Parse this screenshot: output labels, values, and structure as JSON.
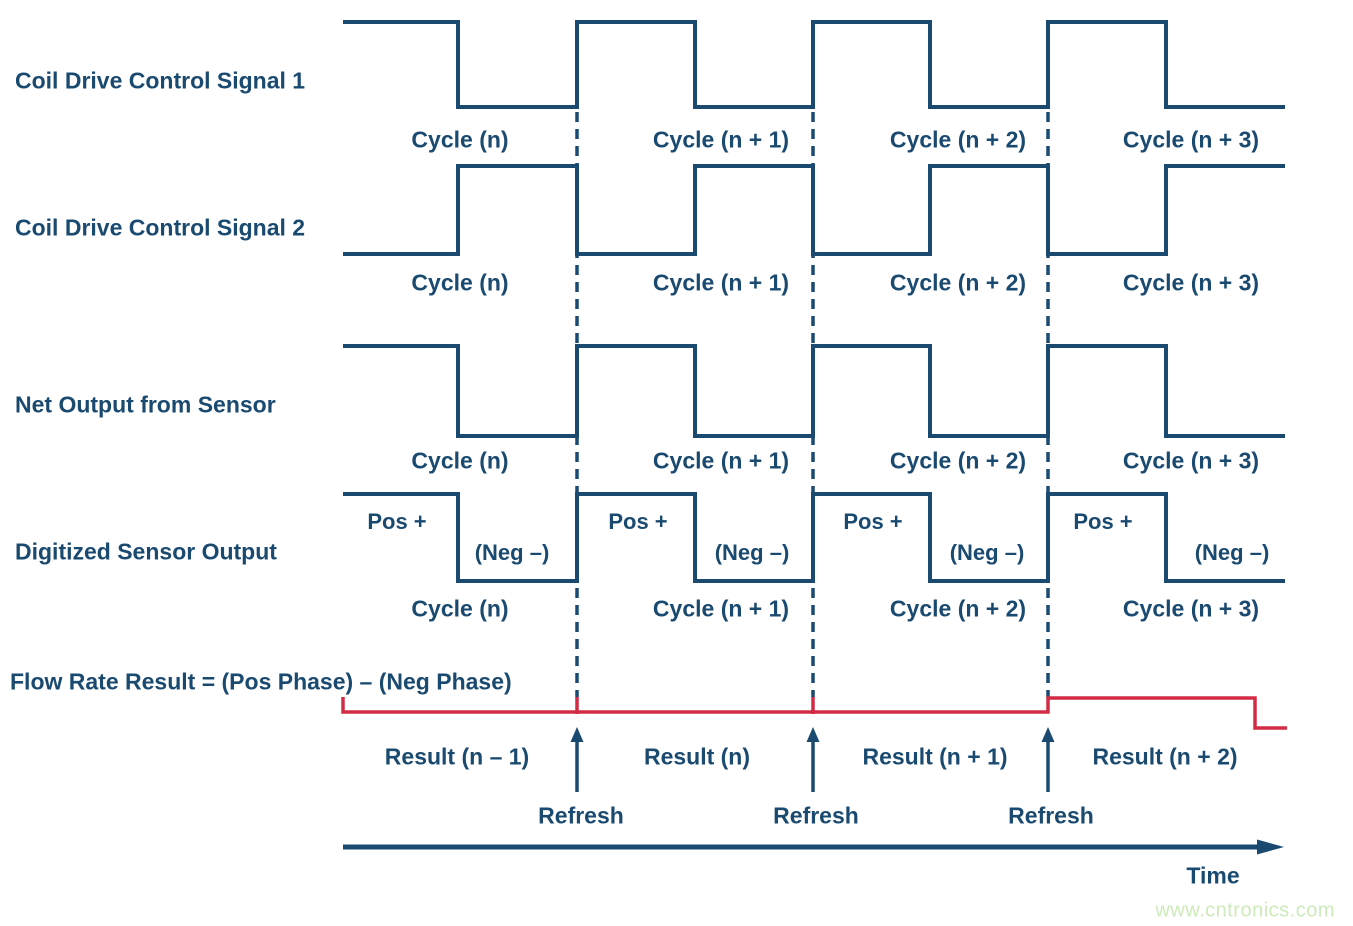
{
  "colors": {
    "signal_blue": "#1a4a70",
    "result_red": "#d22b45",
    "watermark_green": "#cdeaba"
  },
  "rows": [
    {
      "label": "Coil Drive Control Signal 1",
      "cycle_labels": [
        "Cycle (n)",
        "Cycle (n + 1)",
        "Cycle (n + 2)",
        "Cycle (n + 3)"
      ]
    },
    {
      "label": "Coil Drive Control Signal 2",
      "cycle_labels": [
        "Cycle (n)",
        "Cycle (n + 1)",
        "Cycle (n + 2)",
        "Cycle (n + 3)"
      ]
    },
    {
      "label": "Net Output from Sensor",
      "cycle_labels": [
        "Cycle (n)",
        "Cycle (n + 1)",
        "Cycle (n + 2)",
        "Cycle (n + 3)"
      ]
    },
    {
      "label": "Digitized Sensor Output",
      "cycle_labels": [
        "Cycle (n)",
        "Cycle (n + 1)",
        "Cycle (n + 2)",
        "Cycle (n + 3)"
      ],
      "phase_labels": {
        "pos": "Pos +",
        "neg": "(Neg –)"
      }
    }
  ],
  "flow_rate": {
    "label": "Flow Rate Result = (Pos Phase) – (Neg Phase)",
    "result_labels": [
      "Result (n – 1)",
      "Result (n)",
      "Result (n + 1)",
      "Result (n + 2)"
    ],
    "refresh_label": "Refresh"
  },
  "time_axis": {
    "label": "Time"
  },
  "watermark": "www.cntronics.com"
}
